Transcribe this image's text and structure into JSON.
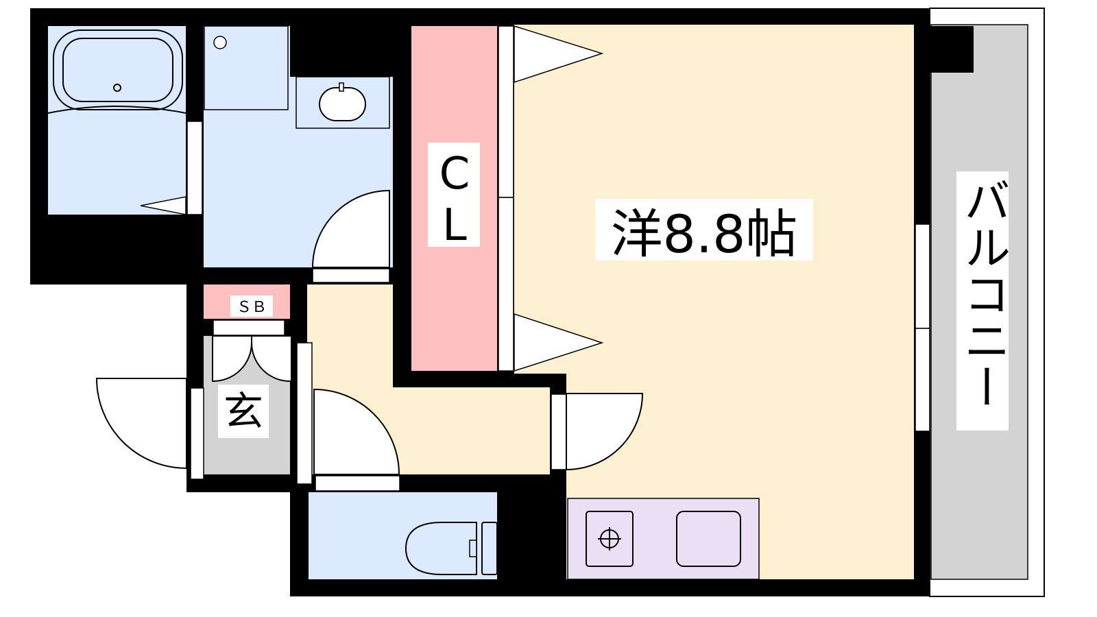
{
  "rooms": {
    "closet": {
      "label_line1": "C",
      "label_line2": "L"
    },
    "western_room": {
      "label": "洋8.8帖"
    },
    "shoe_box": {
      "label": "ＳＢ"
    },
    "entrance": {
      "label": "玄"
    },
    "balcony": {
      "label": "バルコニー"
    }
  },
  "colors": {
    "wall": "#000000",
    "wet_area": "#dbeafe",
    "living": "#fdf0d0",
    "closet": "#fdbfbf",
    "entrance": "#d3d3d3",
    "kitchen": "#ebdff5",
    "balcony": "#d3d3d3"
  }
}
